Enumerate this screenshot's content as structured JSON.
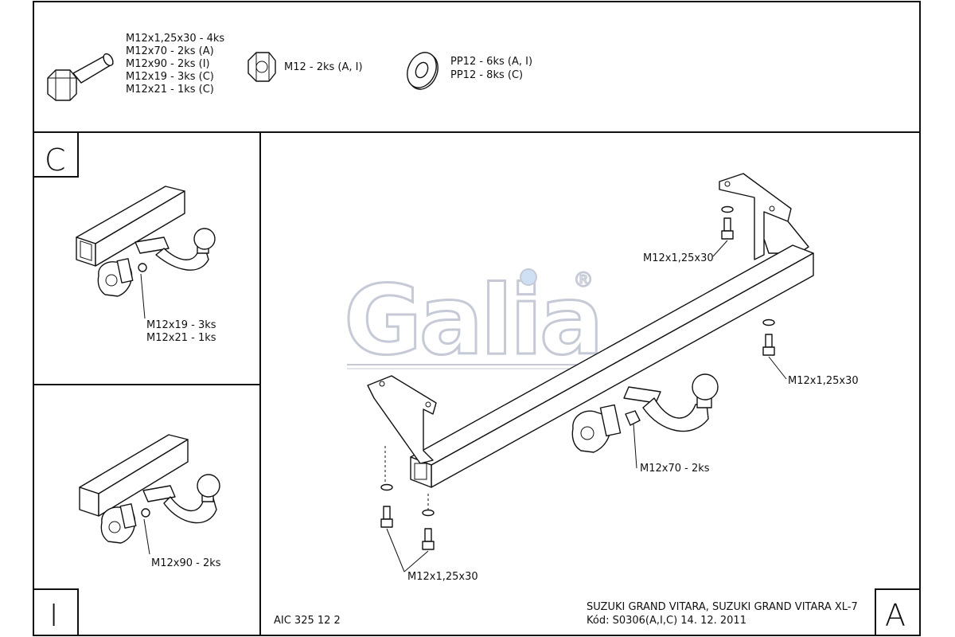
{
  "parts": {
    "bolt_lines": [
      "M12x1,25x30 - 4ks",
      "M12x70 - 2ks (A)",
      "M12x90 - 2ks (I)",
      "M12x19 - 3ks (C)",
      "M12x21 - 1ks (C)"
    ],
    "nut_lines": [
      "M12 - 2ks (A, I)"
    ],
    "washer_lines": [
      "PP12 - 6ks (A, I)",
      "PP12 - 8ks (C)"
    ]
  },
  "panels": {
    "c": {
      "letter": "C",
      "labels": [
        "M12x19 - 3ks",
        "M12x21 - 1ks"
      ]
    },
    "i": {
      "label": "M12x90 - 2ks",
      "letter": "I"
    },
    "a": {
      "letter": "A"
    }
  },
  "main": {
    "logo_text": "Galia",
    "logo_mark": "®",
    "label_top_bolt": "M12x1,25x30",
    "label_right_bolt": "M12x1,25x30",
    "label_m12x70": "M12x70 - 2ks",
    "label_bottom_bolts": "M12x1,25x30"
  },
  "footer": {
    "code_left": "AIC 325 12 2",
    "vehicle": "SUZUKI GRAND VITARA, SUZUKI GRAND VITARA XL-7",
    "code": "Kód: S0306(A,I,C)  14. 12. 2011"
  }
}
